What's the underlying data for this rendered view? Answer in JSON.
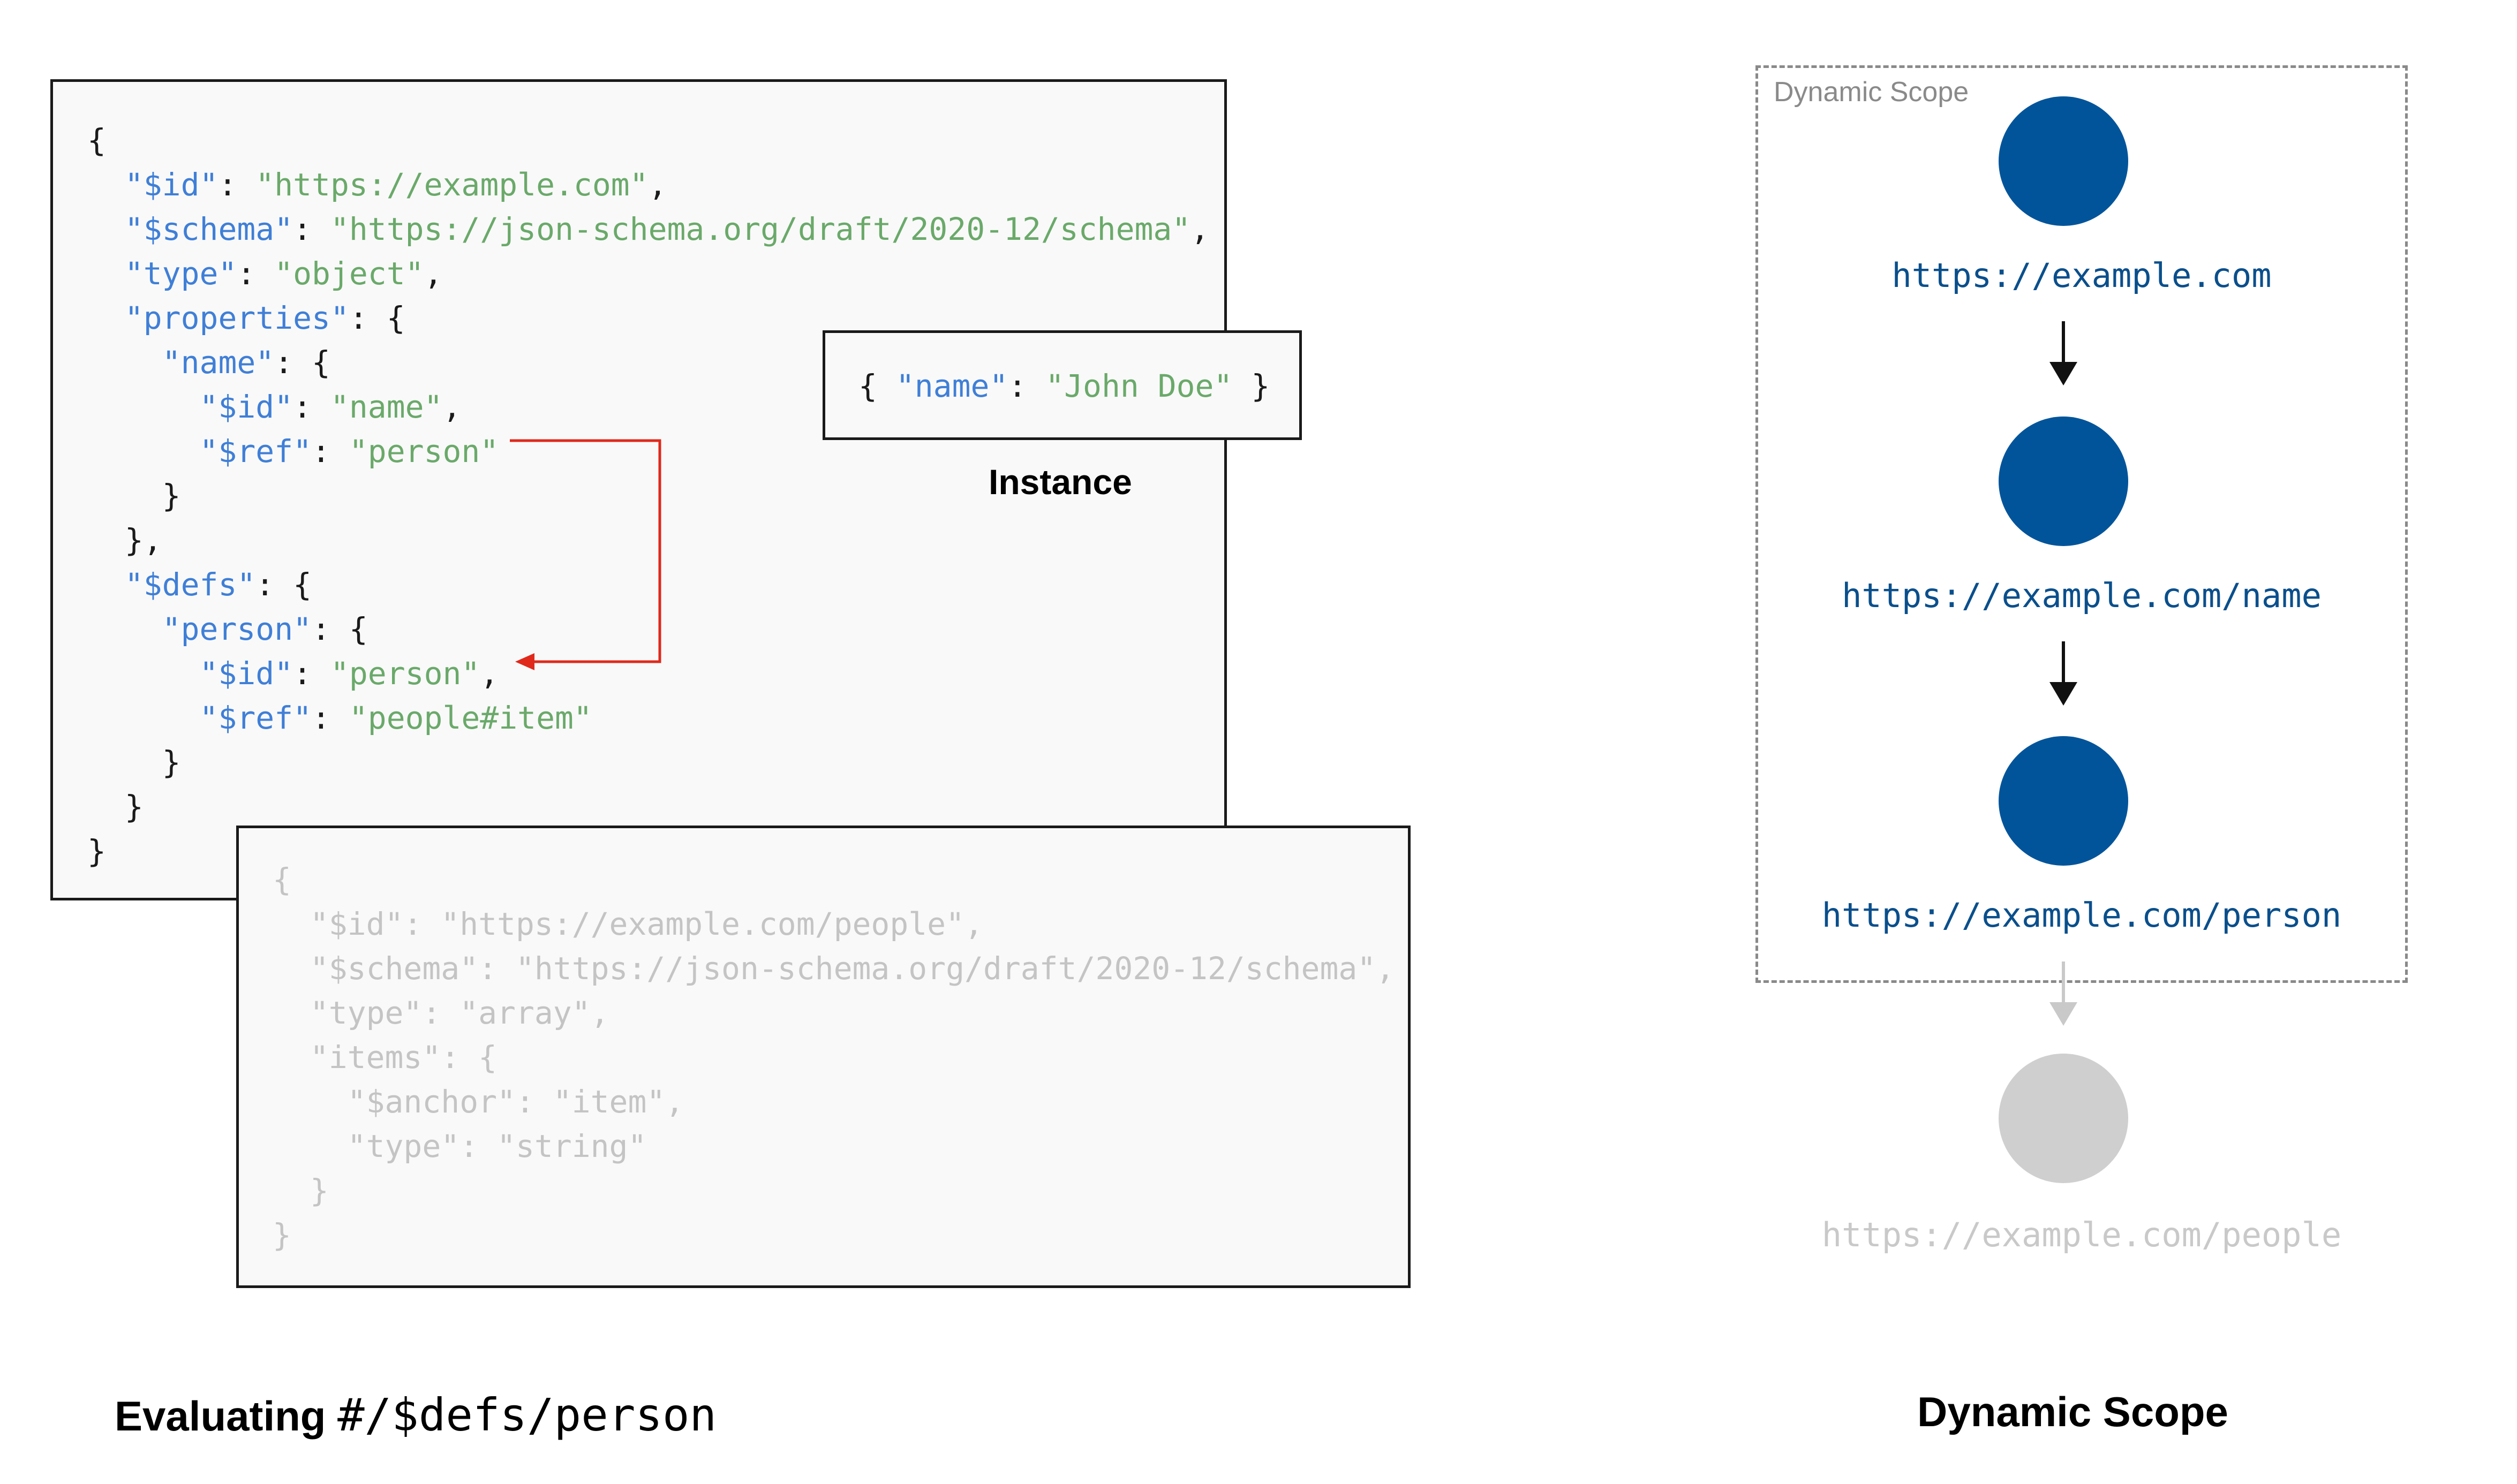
{
  "schema_code": {
    "lines": [
      [
        {
          "t": "{",
          "c": "p"
        }
      ],
      [
        {
          "t": "  ",
          "c": "p"
        },
        {
          "t": "\"$id\"",
          "c": "k"
        },
        {
          "t": ": ",
          "c": "p"
        },
        {
          "t": "\"https://example.com\"",
          "c": "s"
        },
        {
          "t": ",",
          "c": "p"
        }
      ],
      [
        {
          "t": "  ",
          "c": "p"
        },
        {
          "t": "\"$schema\"",
          "c": "k"
        },
        {
          "t": ": ",
          "c": "p"
        },
        {
          "t": "\"https://json-schema.org/draft/2020-12/schema\"",
          "c": "s"
        },
        {
          "t": ",",
          "c": "p"
        }
      ],
      [
        {
          "t": "  ",
          "c": "p"
        },
        {
          "t": "\"type\"",
          "c": "k"
        },
        {
          "t": ": ",
          "c": "p"
        },
        {
          "t": "\"object\"",
          "c": "s"
        },
        {
          "t": ",",
          "c": "p"
        }
      ],
      [
        {
          "t": "  ",
          "c": "p"
        },
        {
          "t": "\"properties\"",
          "c": "k"
        },
        {
          "t": ": {",
          "c": "p"
        }
      ],
      [
        {
          "t": "    ",
          "c": "p"
        },
        {
          "t": "\"name\"",
          "c": "k"
        },
        {
          "t": ": {",
          "c": "p"
        }
      ],
      [
        {
          "t": "      ",
          "c": "p"
        },
        {
          "t": "\"$id\"",
          "c": "k"
        },
        {
          "t": ": ",
          "c": "p"
        },
        {
          "t": "\"name\"",
          "c": "s"
        },
        {
          "t": ",",
          "c": "p"
        }
      ],
      [
        {
          "t": "      ",
          "c": "p"
        },
        {
          "t": "\"$ref\"",
          "c": "k"
        },
        {
          "t": ": ",
          "c": "p"
        },
        {
          "t": "\"person\"",
          "c": "s"
        }
      ],
      [
        {
          "t": "    }",
          "c": "p"
        }
      ],
      [
        {
          "t": "  },",
          "c": "p"
        }
      ],
      [
        {
          "t": "  ",
          "c": "p"
        },
        {
          "t": "\"$defs\"",
          "c": "k"
        },
        {
          "t": ": {",
          "c": "p"
        }
      ],
      [
        {
          "t": "    ",
          "c": "p"
        },
        {
          "t": "\"person\"",
          "c": "k"
        },
        {
          "t": ": {",
          "c": "p"
        }
      ],
      [
        {
          "t": "      ",
          "c": "p"
        },
        {
          "t": "\"$id\"",
          "c": "k"
        },
        {
          "t": ": ",
          "c": "p"
        },
        {
          "t": "\"person\"",
          "c": "s"
        },
        {
          "t": ",",
          "c": "p"
        }
      ],
      [
        {
          "t": "      ",
          "c": "p"
        },
        {
          "t": "\"$ref\"",
          "c": "k"
        },
        {
          "t": ": ",
          "c": "p"
        },
        {
          "t": "\"people#item\"",
          "c": "s"
        }
      ],
      [
        {
          "t": "    }",
          "c": "p"
        }
      ],
      [
        {
          "t": "  }",
          "c": "p"
        }
      ],
      [
        {
          "t": "}",
          "c": "p"
        }
      ]
    ]
  },
  "instance_code": {
    "lines": [
      [
        {
          "t": "{ ",
          "c": "p"
        },
        {
          "t": "\"name\"",
          "c": "k"
        },
        {
          "t": ": ",
          "c": "p"
        },
        {
          "t": "\"John Doe\"",
          "c": "s"
        },
        {
          "t": " }",
          "c": "p"
        }
      ]
    ]
  },
  "people_code": {
    "lines": [
      "{",
      "  \"$id\": \"https://example.com/people\",",
      "  \"$schema\": \"https://json-schema.org/draft/2020-12/schema\",",
      "  \"type\": \"array\",",
      "  \"items\": {",
      "    \"$anchor\": \"item\",",
      "    \"type\": \"string\"",
      "  }",
      "}"
    ]
  },
  "instance_label": "Instance",
  "caption_left": {
    "bold": "Evaluating ",
    "mono": "#/$defs/person"
  },
  "caption_right": "Dynamic Scope",
  "scope": {
    "frame_label": "Dynamic Scope",
    "nodes": [
      {
        "label": "https://example.com",
        "active": true
      },
      {
        "label": "https://example.com/name",
        "active": true
      },
      {
        "label": "https://example.com/person",
        "active": true
      },
      {
        "label": "https://example.com/people",
        "active": false
      }
    ]
  },
  "colors": {
    "key": "#3f7fd7",
    "string": "#6aa96a",
    "node_active": "#02549a",
    "node_inactive": "#cfcfcf",
    "ref_arrow": "#e0291b"
  }
}
